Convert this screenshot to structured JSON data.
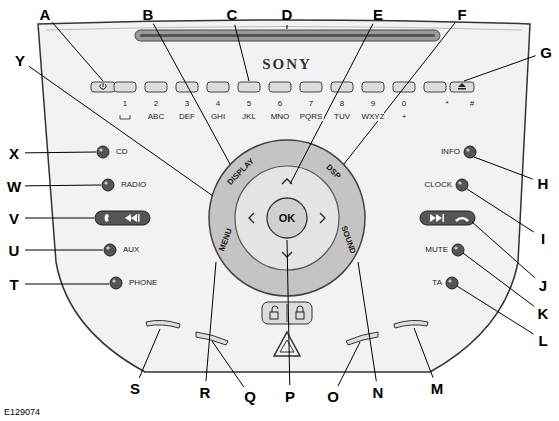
{
  "diagram": {
    "nodes": [
      {
        "text": [
          "OK"
        ]
      }
    ],
    "labels": [
      "A",
      "B",
      "C",
      "D",
      "E",
      "F",
      "G",
      "H",
      "I",
      "J",
      "K",
      "L",
      "M",
      "N",
      "O",
      "P",
      "Q",
      "R",
      "S",
      "T",
      "U",
      "V",
      "W",
      "X",
      "Y",
      "SONY",
      "1",
      "2",
      "3",
      "4",
      "5",
      "6",
      "7",
      "8",
      "9",
      "0",
      "ABC",
      "DEF",
      "GHI",
      "JKL",
      "MNO",
      "PQRS",
      "TUV",
      "WXYZ",
      "+",
      "*",
      "#",
      "CD",
      "RADIO",
      "AUX",
      "PHONE",
      "INFO",
      "CLOCK",
      "MUTE",
      "TA",
      "DISPLAY",
      "DSP",
      "MENU",
      "SOUND",
      "E129074"
    ]
  }
}
